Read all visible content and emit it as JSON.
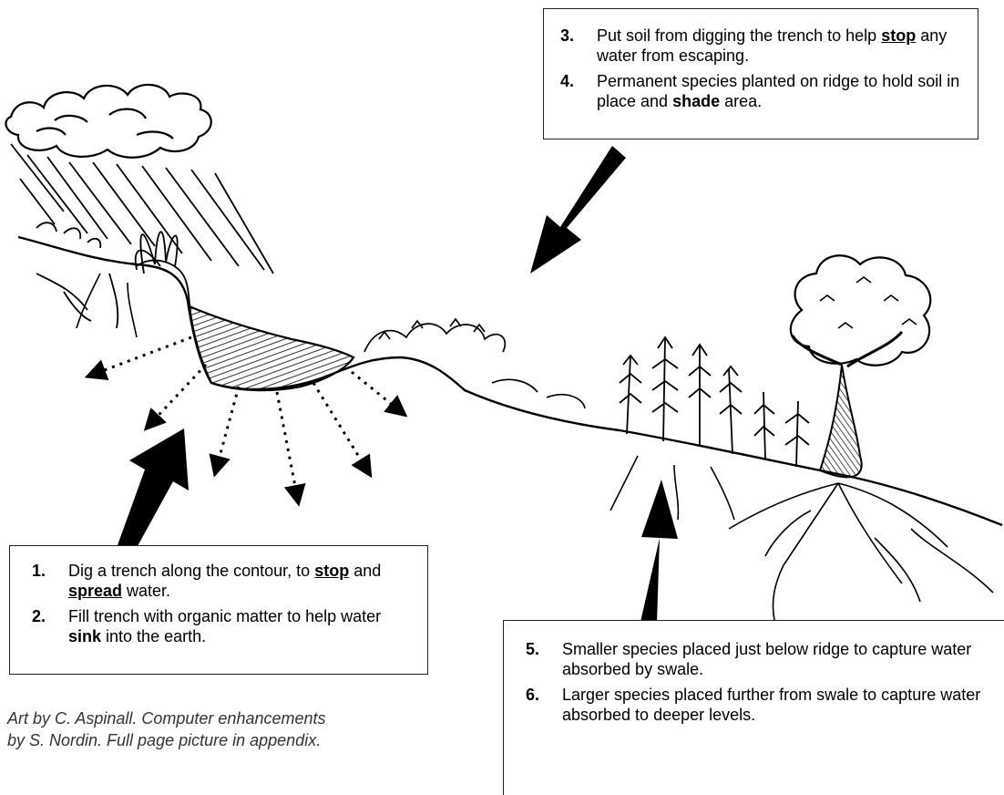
{
  "callouts": {
    "top": [
      {
        "num": "3.",
        "parts": [
          {
            "t": "Put soil from digging the trench to help ",
            "s": ""
          },
          {
            "t": "stop",
            "s": "bu"
          },
          {
            "t": " any water from escaping.",
            "s": ""
          }
        ]
      },
      {
        "num": "4.",
        "parts": [
          {
            "t": "Permanent species planted on ridge to hold soil in place and ",
            "s": ""
          },
          {
            "t": "shade",
            "s": "b"
          },
          {
            "t": " area.",
            "s": ""
          }
        ]
      }
    ],
    "left": [
      {
        "num": "1.",
        "parts": [
          {
            "t": "Dig a trench along the contour, to ",
            "s": ""
          },
          {
            "t": "stop",
            "s": "bu"
          },
          {
            "t": " and ",
            "s": ""
          },
          {
            "t": "spread",
            "s": "bu"
          },
          {
            "t": " water.",
            "s": ""
          }
        ]
      },
      {
        "num": "2.",
        "parts": [
          {
            "t": "Fill trench with organic matter to help water ",
            "s": ""
          },
          {
            "t": "sink",
            "s": "b"
          },
          {
            "t": " into the earth.",
            "s": ""
          }
        ]
      }
    ],
    "right": [
      {
        "num": "5.",
        "parts": [
          {
            "t": "Smaller species placed just below ridge to capture water absorbed by swale.",
            "s": ""
          }
        ]
      },
      {
        "num": "6.",
        "parts": [
          {
            "t": "Larger species placed further from swale to capture water absorbed to deeper levels.",
            "s": ""
          }
        ]
      }
    ]
  },
  "credit": "Art by C. Aspinall.  Computer enhancements by S. Nordin.  Full page picture in appendix."
}
